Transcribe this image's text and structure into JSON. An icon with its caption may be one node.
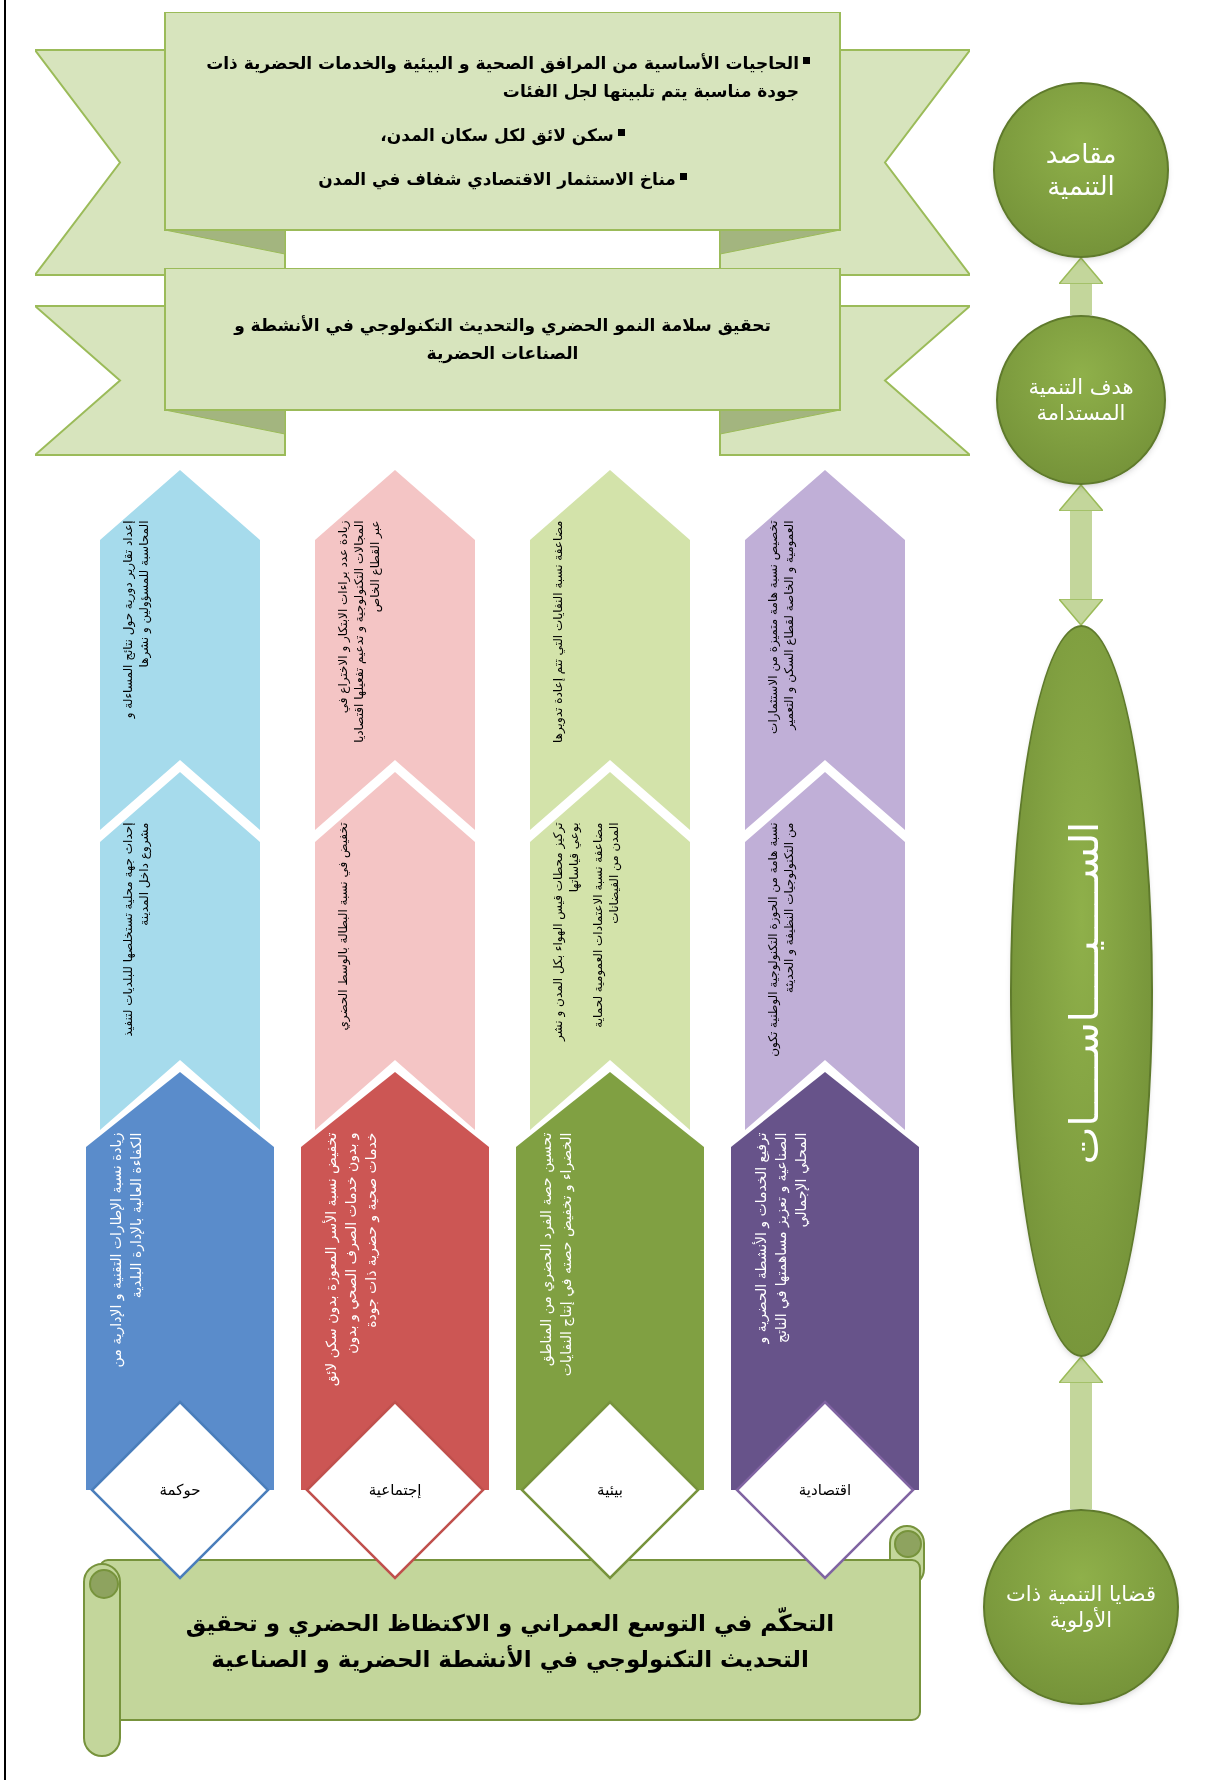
{
  "diagram": {
    "nodes": [
      {
        "text": [
          "الحاجيات الأساسية من المرافق الصحية و البيئية والخدمات الحضرية ذات جودة مناسبة يتم تلبيتها لجل الفئات",
          "سكن لائق لكل سكان المدن،",
          "مناخ الاستثمار الاقتصادي  شفاف في المدن"
        ]
      },
      {
        "text": [
          "تحقيق سلامة النمو الحضري والتحديث التكنولوجي في الأنشطة و الصناعات الحضرية"
        ]
      },
      {
        "text": [
          "مقاصد التنمية"
        ]
      },
      {
        "text": [
          "هدف التنمية المستدامة"
        ]
      },
      {
        "text": [
          "الســـــيـــــاســـــات"
        ]
      },
      {
        "text": [
          "إعداد تقارير دورية حول نتائج المساءلة و المحاسبة للمسؤولين و نشرها"
        ]
      },
      {
        "text": [
          "إحداث جهة محلية تستخلصها للبلديات لتنفيذ مشروع داخل المدينة"
        ]
      },
      {
        "text": [
          "زيادة نسبة الإطارات التقنية و الإدارية من الكفاءة العالية بالإدارة البلدية"
        ]
      },
      {
        "text": [
          "حوكمة"
        ]
      },
      {
        "text": [
          "زيادة عدد براءات الابتكار و الاختراع في المجالات التكنولوجية و تدعيم تفعيلها اقتصاديا عبر القطاع الخاص"
        ]
      },
      {
        "text": [
          "تخفيض في نسبة البطالة بالوسط الحضري"
        ]
      },
      {
        "text": [
          "تخفيض نسبة الأسر المعوزة بدون سكن لائق و بدون خدمات الصرف الصحي و بدون خدمات صحية و حضرية ذات جودة"
        ]
      },
      {
        "text": [
          "إجتماعية"
        ]
      },
      {
        "text": [
          "مضاعفة نسبة النفايات التي تتم إعادة تدويرها"
        ]
      },
      {
        "text": [
          "تركيز محطات قيس الهواء بكل المدن و نشر بوعي قياساتها",
          "مضاعفة نسبة الاعتمادات العمومية لحماية المدن من الفيضانات"
        ]
      },
      {
        "text": [
          "تحسين حصة الفرد الحضري من المناطق الخضراء و تخفيض حصته في إنتاج النفايات"
        ]
      },
      {
        "text": [
          "بيئية"
        ]
      },
      {
        "text": [
          "تخصيص نسبة هامة متميزة من الاستثمارات العمومية و الخاصة لقطاع السكن و التعمير"
        ]
      },
      {
        "text": [
          "نسبة هامة من الحوزة التكنولوجية الوطنية تكون من التكنولوجيات النظيفة و الحديثة"
        ]
      },
      {
        "text": [
          "ترفيع الخدمات و الأنشطة الحضرية و الصناعية و تعزيز مساهمتها في الناتج المحلي الإجمالي"
        ]
      },
      {
        "text": [
          "اقتصادية"
        ]
      },
      {
        "text": [
          "التحكّم في التوسع العمراني و الاكتظاظ الحضري و تحقيق التحديث التكنولوجي في الأنشطة الحضرية و الصناعية"
        ]
      },
      {
        "text": [
          "قضايا التنمية ذات الأولوية"
        ]
      }
    ],
    "edges": [
      {
        "from": 3,
        "to": 2,
        "arrow": "to"
      },
      {
        "from": 3,
        "to": 4,
        "arrow": "both"
      },
      {
        "from": 22,
        "to": 4,
        "arrow": "to"
      }
    ]
  }
}
